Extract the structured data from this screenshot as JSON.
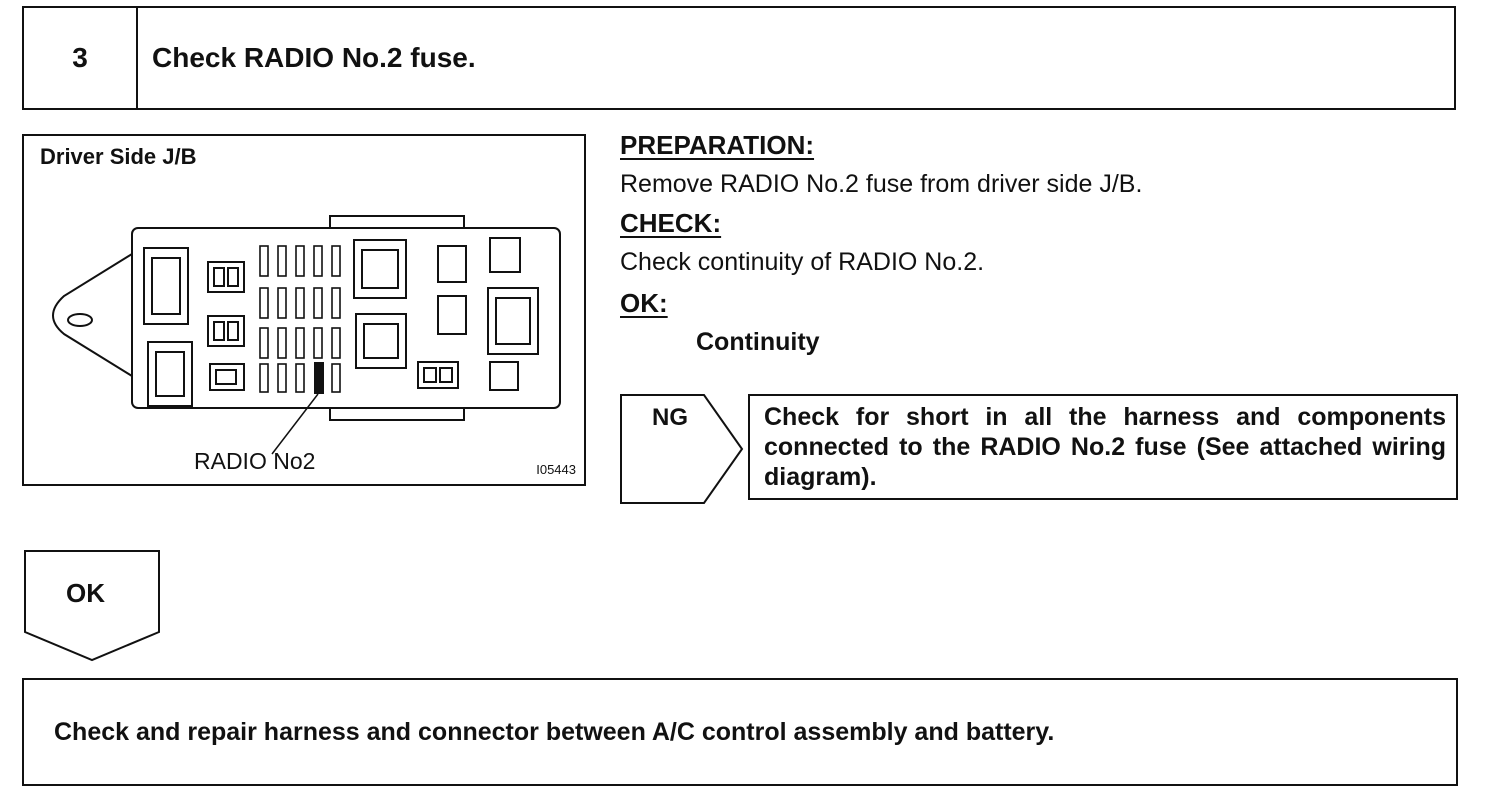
{
  "step": {
    "number": "3",
    "title": "Check RADIO No.2 fuse."
  },
  "figure": {
    "caption": "Driver Side J/B",
    "fuse_label": "RADIO No2",
    "code": "I05443"
  },
  "instructions": {
    "preparation_heading": "PREPARATION:",
    "preparation_text": "Remove RADIO No.2 fuse from driver side J/B.",
    "check_heading": "CHECK:",
    "check_text": "Check continuity of RADIO No.2.",
    "ok_heading": "OK:",
    "ok_value": "Continuity"
  },
  "ng_branch": {
    "label": "NG",
    "action": "Check for short in all the harness and components connected to the RADIO No.2 fuse (See attached wiring diagram)."
  },
  "ok_branch": {
    "label": "OK",
    "action": "Check and repair harness and connector between A/C control assembly and battery."
  }
}
